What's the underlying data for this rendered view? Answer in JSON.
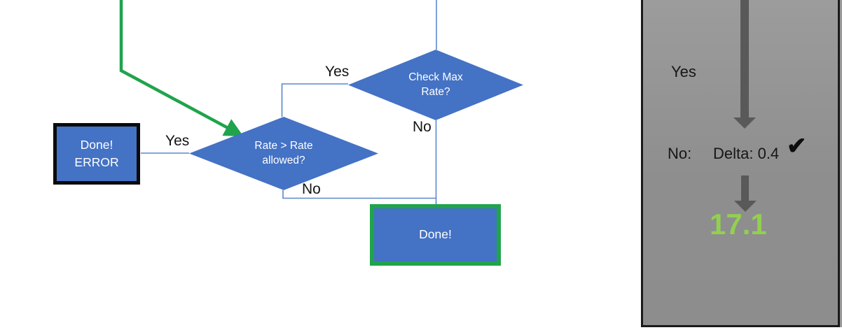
{
  "flowchart": {
    "nodes": {
      "done_error": {
        "line1": "Done!",
        "line2": "ERROR"
      },
      "rate_decision": {
        "line1": "Rate > Rate",
        "line2": "allowed?"
      },
      "check_max_decision": {
        "line1": "Check Max",
        "line2": "Rate?"
      },
      "done": {
        "label": "Done!"
      }
    },
    "labels": {
      "rate_yes": "Yes",
      "rate_no": "No",
      "check_yes": "Yes",
      "check_no": "No"
    }
  },
  "side_panel": {
    "yes_label": "Yes",
    "no_label": "No:",
    "delta_label": "Delta: 0.4",
    "checkmark": "✔",
    "result_value": "17.1"
  },
  "colors": {
    "shape_blue": "#4472C4",
    "connector_blue": "#5b87cc",
    "accent_green": "#1FA44C",
    "result_green": "#92D050",
    "arrow_gray": "#595959",
    "panel_gray": "#8E8E8E"
  }
}
